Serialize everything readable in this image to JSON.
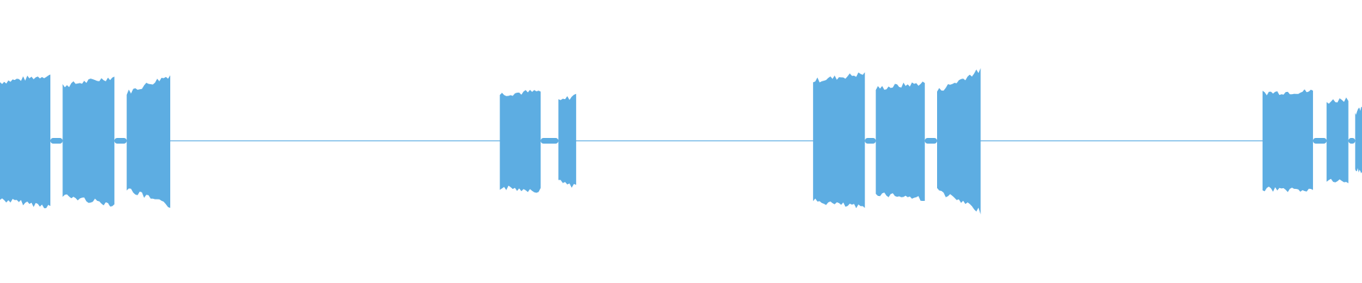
{
  "waveform": {
    "color": "#5dade2",
    "background": "#ffffff",
    "total_duration": 1.0,
    "peak_amplitude": 1.0,
    "bursts": [
      {
        "start": 0.0,
        "end": 0.037,
        "amp_start": 0.83,
        "amp_end": 0.93
      },
      {
        "start": 0.046,
        "end": 0.084,
        "amp_start": 0.78,
        "amp_end": 0.9
      },
      {
        "start": 0.093,
        "end": 0.125,
        "amp_start": 0.68,
        "amp_end": 0.93
      },
      {
        "start": 0.367,
        "end": 0.397,
        "amp_start": 0.66,
        "amp_end": 0.7
      },
      {
        "start": 0.41,
        "end": 0.423,
        "amp_start": 0.55,
        "amp_end": 0.65
      },
      {
        "start": 0.597,
        "end": 0.635,
        "amp_start": 0.85,
        "amp_end": 0.95
      },
      {
        "start": 0.643,
        "end": 0.679,
        "amp_start": 0.74,
        "amp_end": 0.82
      },
      {
        "start": 0.688,
        "end": 0.72,
        "amp_start": 0.7,
        "amp_end": 1.0
      },
      {
        "start": 0.927,
        "end": 0.964,
        "amp_start": 0.68,
        "amp_end": 0.7
      },
      {
        "start": 0.974,
        "end": 0.99,
        "amp_start": 0.55,
        "amp_end": 0.6
      },
      {
        "start": 0.995,
        "end": 1.0,
        "amp_start": 0.4,
        "amp_end": 0.45
      }
    ],
    "baseline_amplitude": 0.01
  }
}
